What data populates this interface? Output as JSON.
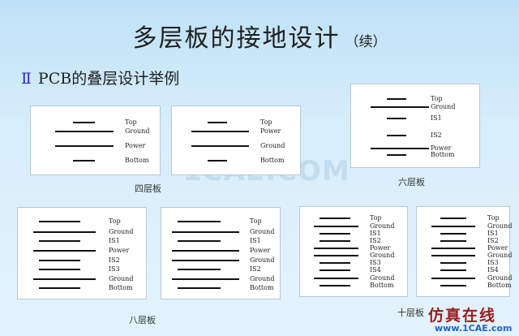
{
  "title": "多层板的接地设计",
  "title_suffix": "（续）",
  "subtitle_num": "Ⅱ",
  "subtitle": "PCB的叠层设计举例",
  "watermark": "1CAE.COM",
  "captions": {
    "four": "四层板",
    "six": "六层板",
    "eight": "八层板",
    "ten": "十层板"
  },
  "stackups": {
    "four_a": [
      "Top",
      "Ground",
      "Power",
      "Bottom"
    ],
    "four_b": [
      "Top",
      "Power",
      "Ground",
      "Bottom"
    ],
    "six": [
      "Top",
      "Ground",
      "IS1",
      "IS2",
      "Power",
      "Bottom"
    ],
    "eight_a": [
      "Top",
      "Ground",
      "IS1",
      "Power",
      "IS2",
      "IS3",
      "Ground",
      "Bottom"
    ],
    "eight_b": [
      "Top",
      "Ground",
      "IS1",
      "Power",
      "Ground",
      "IS2",
      "Ground",
      "Bottom"
    ],
    "ten_a": [
      "Top",
      "Ground",
      "IS1",
      "IS2",
      "Power",
      "Ground",
      "IS3",
      "IS4",
      "Ground",
      "Bottom"
    ],
    "ten_b": [
      "Top",
      "Ground",
      "IS1",
      "IS2",
      "Power",
      "Ground",
      "IS3",
      "IS4",
      "Ground",
      "Bottom"
    ]
  },
  "logo": {
    "text": "仿真在线",
    "url": "www.1CAE.com"
  }
}
